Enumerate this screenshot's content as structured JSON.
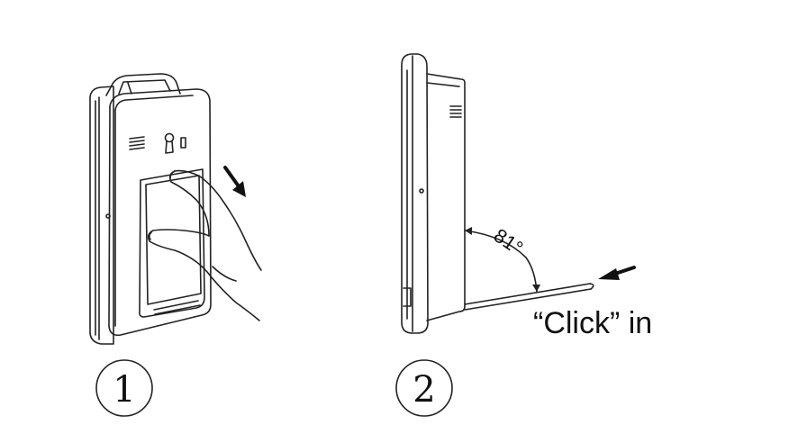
{
  "steps": [
    {
      "number": "1"
    },
    {
      "number": "2",
      "angle_label": "81°",
      "action_label": "“Click” in"
    }
  ],
  "icons": {
    "step1_arrow": "arrow-down-right-icon",
    "step2_arrow": "arrow-left-icon"
  },
  "colors": {
    "line": "#222222",
    "background": "#ffffff"
  }
}
